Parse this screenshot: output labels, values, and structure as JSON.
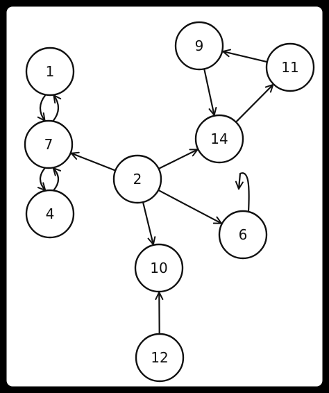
{
  "graph": {
    "directed": true,
    "nodes": [
      {
        "id": "1",
        "label": "1"
      },
      {
        "id": "7",
        "label": "7"
      },
      {
        "id": "4",
        "label": "4"
      },
      {
        "id": "9",
        "label": "9"
      },
      {
        "id": "11",
        "label": "11"
      },
      {
        "id": "14",
        "label": "14"
      },
      {
        "id": "2",
        "label": "2"
      },
      {
        "id": "6",
        "label": "6"
      },
      {
        "id": "10",
        "label": "10"
      },
      {
        "id": "12",
        "label": "12"
      }
    ],
    "edges": [
      {
        "from": "1",
        "to": "7"
      },
      {
        "from": "7",
        "to": "1"
      },
      {
        "from": "7",
        "to": "4"
      },
      {
        "from": "4",
        "to": "7"
      },
      {
        "from": "2",
        "to": "7"
      },
      {
        "from": "2",
        "to": "14"
      },
      {
        "from": "2",
        "to": "6"
      },
      {
        "from": "2",
        "to": "10"
      },
      {
        "from": "9",
        "to": "14"
      },
      {
        "from": "14",
        "to": "11"
      },
      {
        "from": "11",
        "to": "9"
      },
      {
        "from": "6",
        "to": "6"
      },
      {
        "from": "12",
        "to": "10"
      }
    ]
  },
  "colors": {
    "background": "#ffffff",
    "frame": "#000000",
    "stroke": "#111111"
  }
}
